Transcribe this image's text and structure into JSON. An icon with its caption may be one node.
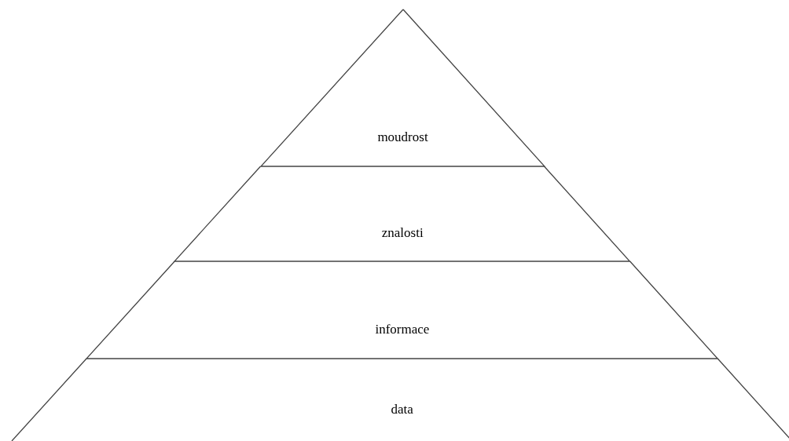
{
  "diagram": {
    "nodes": [
      {
        "text": [
          "moudrost"
        ]
      },
      {
        "text": [
          "znalosti"
        ]
      },
      {
        "text": [
          "informace"
        ]
      },
      {
        "text": [
          "data"
        ]
      }
    ]
  }
}
